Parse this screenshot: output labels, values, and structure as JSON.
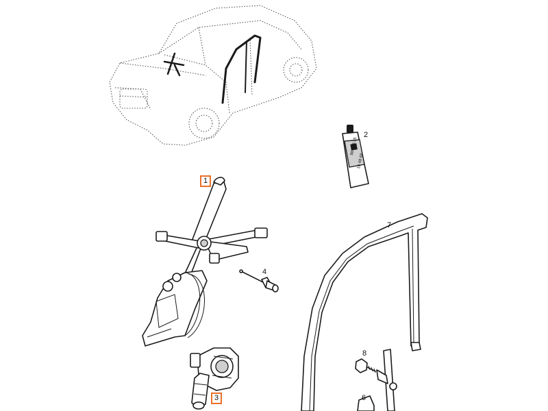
{
  "callouts": {
    "c1": "1",
    "c2": "2",
    "c3": "3",
    "c4": "4",
    "c6": "6",
    "c7": "7",
    "c8": "8"
  },
  "tube_text": {
    "line1": "90 510 35",
    "line2": "19 48 68"
  },
  "colors": {
    "highlight_box": "#e8702a",
    "line": "#1a1a1a"
  }
}
